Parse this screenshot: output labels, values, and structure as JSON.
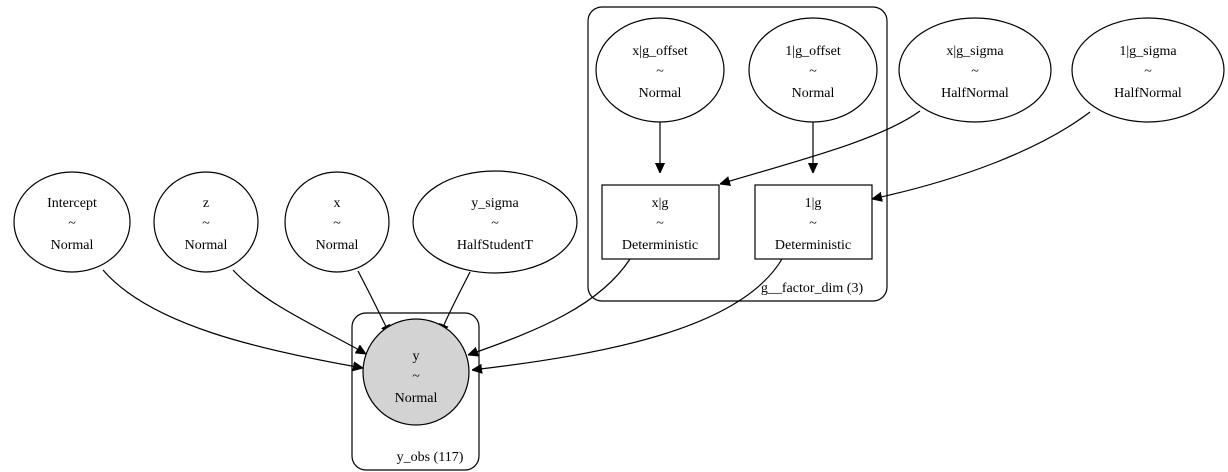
{
  "plates": {
    "factor": {
      "label": "g__factor_dim (3)"
    },
    "obs": {
      "label": "y_obs (117)"
    }
  },
  "nodes": {
    "xg_offset": {
      "name": "x|g_offset",
      "sep": "~",
      "dist": "Normal"
    },
    "g1_offset": {
      "name": "1|g_offset",
      "sep": "~",
      "dist": "Normal"
    },
    "xg_sigma": {
      "name": "x|g_sigma",
      "sep": "~",
      "dist": "HalfNormal"
    },
    "g1_sigma": {
      "name": "1|g_sigma",
      "sep": "~",
      "dist": "HalfNormal"
    },
    "intercept": {
      "name": "Intercept",
      "sep": "~",
      "dist": "Normal"
    },
    "z": {
      "name": "z",
      "sep": "~",
      "dist": "Normal"
    },
    "x": {
      "name": "x",
      "sep": "~",
      "dist": "Normal"
    },
    "y_sigma": {
      "name": "y_sigma",
      "sep": "~",
      "dist": "HalfStudentT"
    },
    "xg": {
      "name": "x|g",
      "sep": "~",
      "dist": "Deterministic"
    },
    "g1": {
      "name": "1|g",
      "sep": "~",
      "dist": "Deterministic"
    },
    "y": {
      "name": "y",
      "sep": "~",
      "dist": "Normal"
    }
  },
  "edges": [
    {
      "from": "xg_offset",
      "to": "xg"
    },
    {
      "from": "g1_offset",
      "to": "g1"
    },
    {
      "from": "xg_sigma",
      "to": "xg"
    },
    {
      "from": "g1_sigma",
      "to": "g1"
    },
    {
      "from": "intercept",
      "to": "y"
    },
    {
      "from": "z",
      "to": "y"
    },
    {
      "from": "x",
      "to": "y"
    },
    {
      "from": "y_sigma",
      "to": "y"
    },
    {
      "from": "xg",
      "to": "y"
    },
    {
      "from": "g1",
      "to": "y"
    }
  ]
}
